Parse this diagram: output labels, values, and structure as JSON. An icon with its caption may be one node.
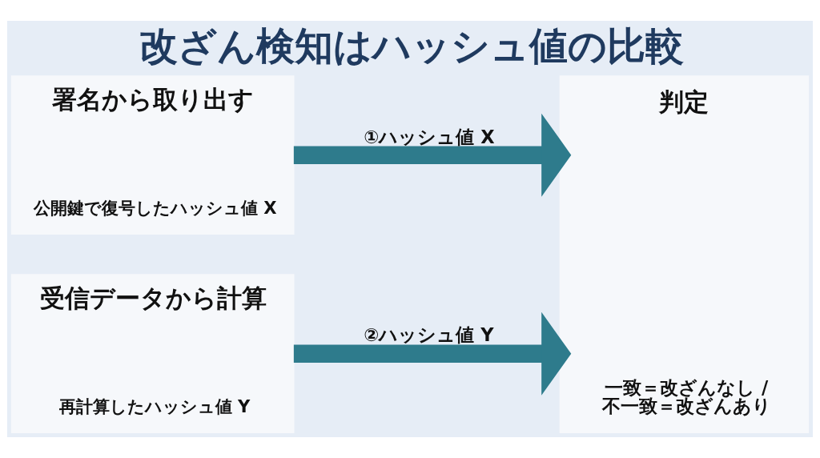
{
  "diagram": {
    "title": "改ざん検知はハッシュ値の比較",
    "nodes": [
      {
        "text": [
          "署名から取り出す",
          "公開鍵で復号したハッシュ値 X"
        ]
      },
      {
        "text": [
          "受信データから計算",
          "再計算したハッシュ値 Y"
        ]
      },
      {
        "text": [
          "判定",
          "一致＝改ざんなし / 不一致＝改ざんあり"
        ]
      }
    ],
    "edges": [
      {
        "from": 0,
        "to": 2,
        "arrow": "to",
        "label": "①ハッシュ値 X"
      },
      {
        "from": 1,
        "to": 2,
        "arrow": "to",
        "label": "②ハッシュ値 Y"
      }
    ]
  }
}
